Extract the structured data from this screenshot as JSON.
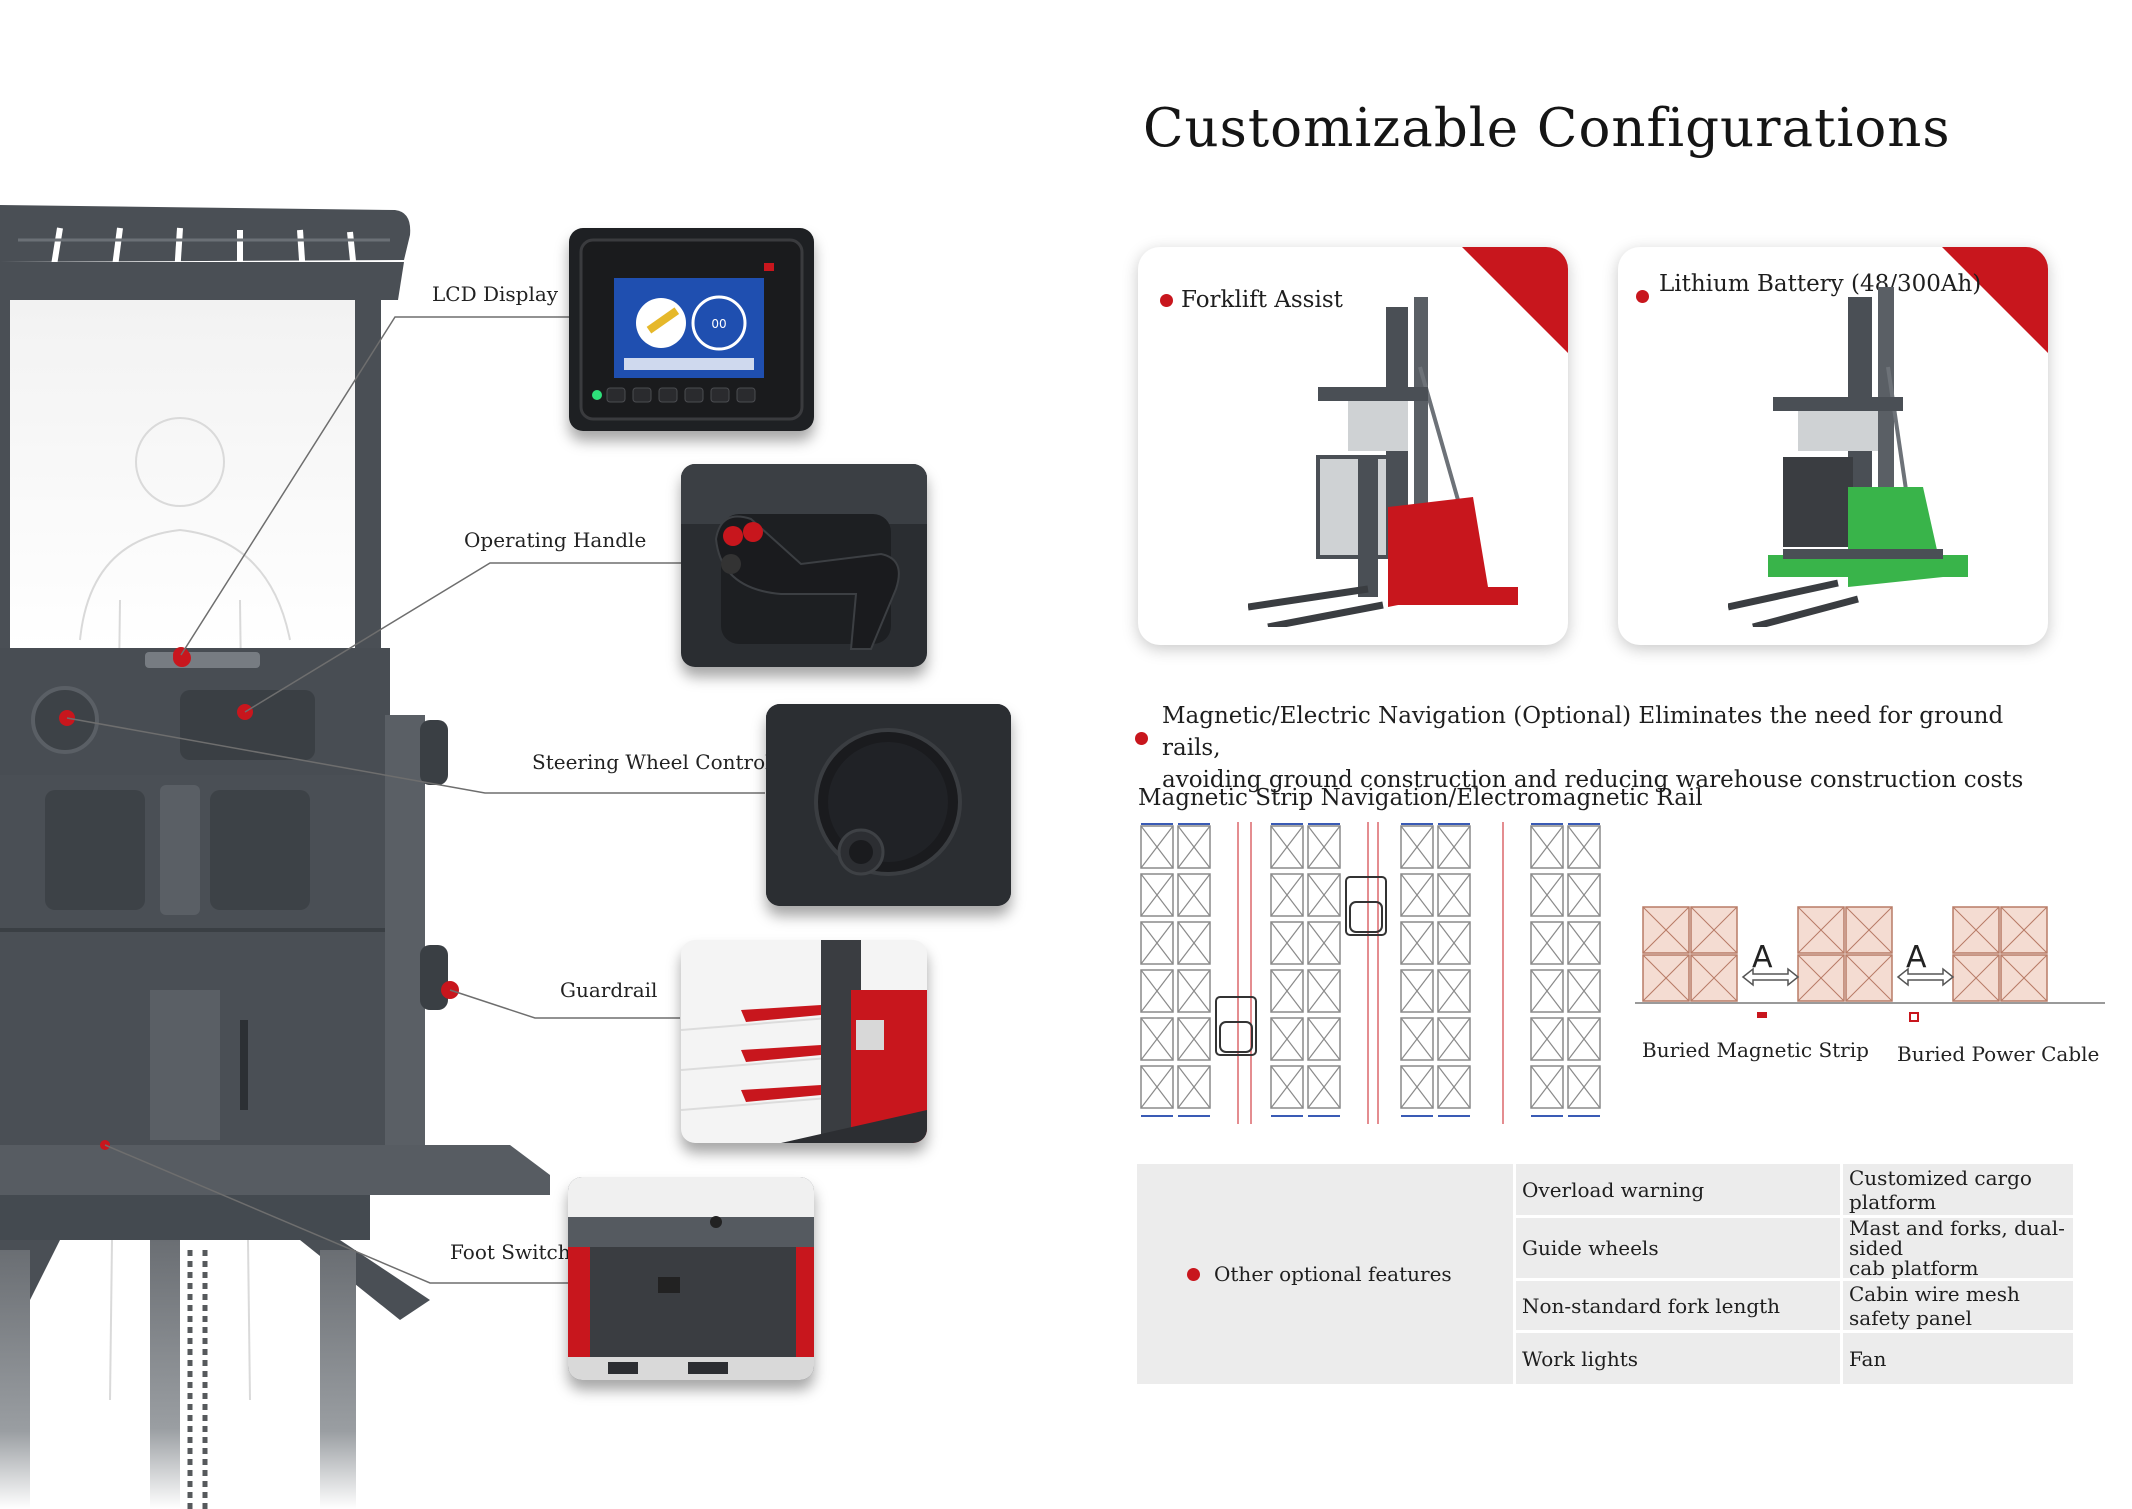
{
  "page": {
    "title": "Customizable Configurations"
  },
  "callouts": {
    "lcd": "LCD Display",
    "handle": "Operating Handle",
    "steering": "Steering Wheel Control",
    "guardrail": "Guardrail",
    "foot_switch": "Foot Switch"
  },
  "cards": {
    "forklift_assist": "Forklift Assist",
    "lithium_battery": "Lithium Battery (48/300Ah)"
  },
  "navigation": {
    "line1": "Magnetic/Electric Navigation (Optional) Eliminates the need for ground rails,",
    "line2": "avoiding ground construction and reducing warehouse construction costs"
  },
  "diagram": {
    "title": "Magnetic Strip Navigation/Electromagnetic Rail",
    "aisle_marker": "A",
    "strip_label": "Buried Magnetic Strip",
    "cable_label": "Buried Power Cable"
  },
  "features": {
    "label": "Other optional features",
    "col1": [
      "Overload warning",
      "Guide wheels",
      "Non-standard fork length",
      "Work lights"
    ],
    "col2a": "Customized cargo platform",
    "col2b_line1": "Mast and forks, dual-sided",
    "col2b_line2": "cab platform",
    "col2c": "Cabin wire mesh safety panel",
    "col2d": "Fan"
  },
  "colors": {
    "accent_red": "#c8161d",
    "body_gray": "#4a4f55",
    "battery_green": "#39b44a"
  },
  "screen": {
    "speed_readout": "00"
  }
}
